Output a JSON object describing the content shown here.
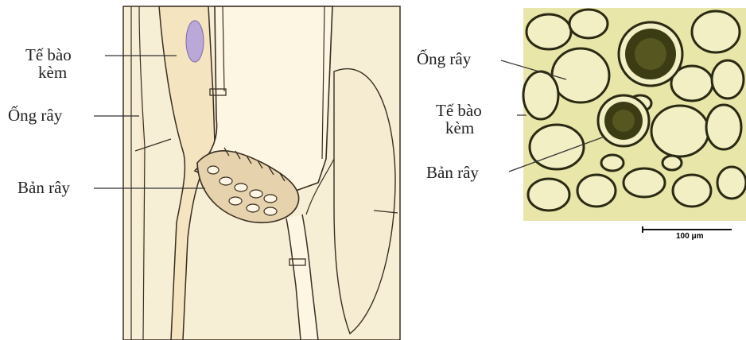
{
  "left_diagram": {
    "labels": {
      "companion_cell_line1": "Tế bào",
      "companion_cell_line2": "kèm",
      "sieve_tube": "Ống rây",
      "sieve_plate": "Bản rây"
    }
  },
  "right_micrograph": {
    "labels": {
      "sieve_tube": "Ống rây",
      "companion_cell_line1": "Tế bào",
      "companion_cell_line2": "kèm",
      "sieve_plate": "Bản rây"
    },
    "scale_bar": "100 μm"
  },
  "colors": {
    "cell_fill": "#f6ecd2",
    "tube_fill": "#fbf2dc",
    "outline": "#3a2e22",
    "companion_nucleus": "#b9a8d8",
    "micro_bg": "#e8e6a8",
    "micro_wall": "#2a2a14"
  }
}
